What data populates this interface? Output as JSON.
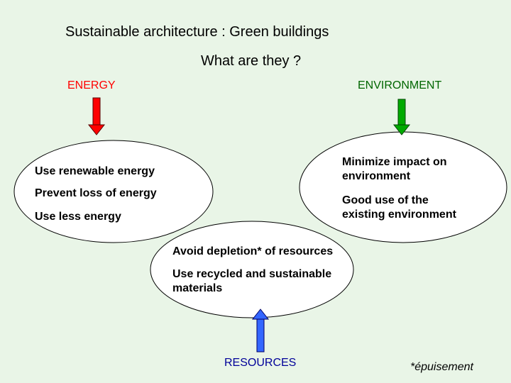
{
  "title": "Sustainable architecture  : Green buildings",
  "subtitle": "What are they ?",
  "energy": {
    "label": "ENERGY",
    "color": "#ff0000",
    "items": [
      "Use renewable energy",
      "Prevent loss of energy",
      "Use less energy"
    ]
  },
  "environment": {
    "label": "ENVIRONMENT",
    "color": "#00aa00",
    "items": [
      "Minimize impact on\nenvironment",
      "Good use of  the\nexisting environment"
    ]
  },
  "resources": {
    "label": "RESOURCES",
    "color": "#3366ff",
    "items": [
      "Avoid depletion* of resources",
      "Use recycled and sustainable\nmaterials"
    ]
  },
  "footnote": "*épuisement"
}
